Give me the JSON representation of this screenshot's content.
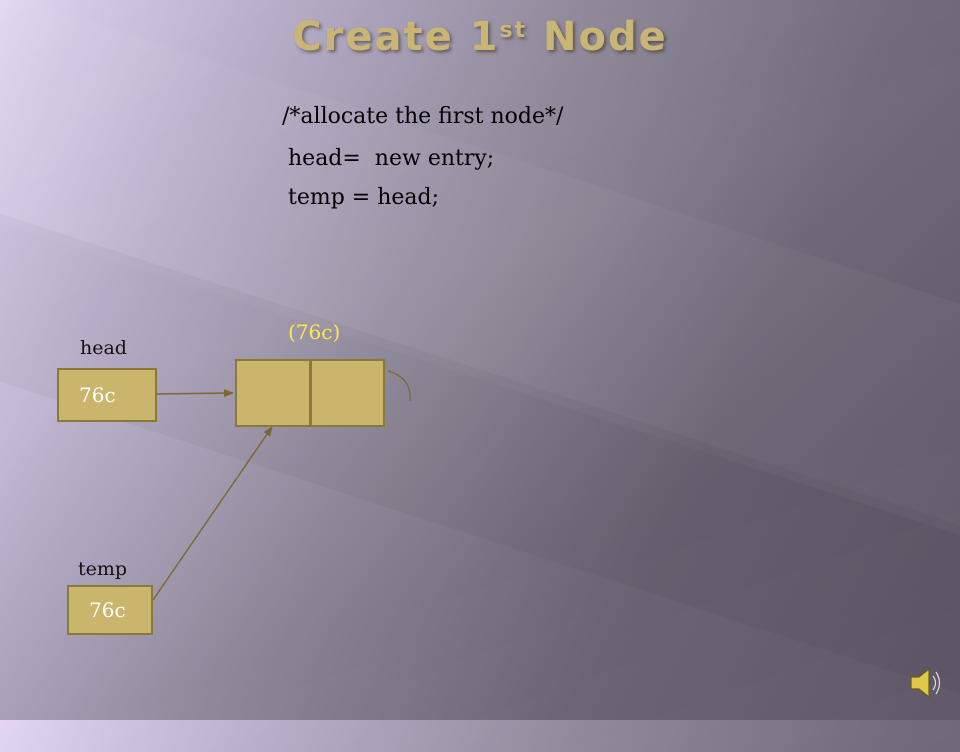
{
  "slide": {
    "title_main": "Create 1",
    "title_sup": "st",
    "title_end": " Node",
    "code_lines": [
      "/*allocate the first node*/",
      "head=  new entry;",
      "temp = head;"
    ]
  },
  "diagram": {
    "head_label": "head",
    "temp_label": "temp",
    "head_value": "76c",
    "temp_value": "76c",
    "node_address": "(76c)"
  },
  "colors": {
    "title": "#c9b677",
    "box_fill": "#c9b56c",
    "box_border": "#8a7a3a",
    "address_text": "#ffe84a"
  },
  "icons": {
    "audio": "speaker-icon"
  }
}
